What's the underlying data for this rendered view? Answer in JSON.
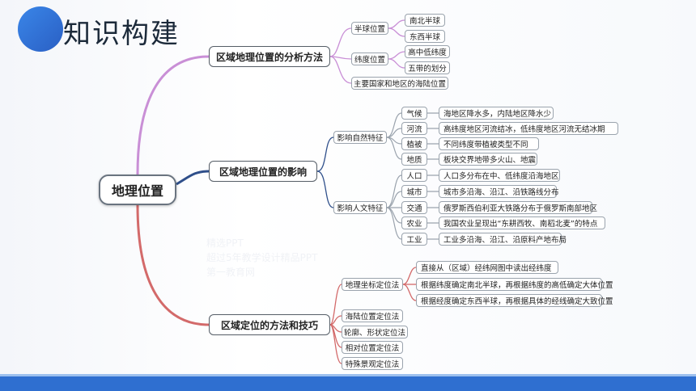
{
  "page": {
    "title": "知识构建"
  },
  "watermark": {
    "lines": [
      "精选PPT",
      "超过5年教学设计精品PPT",
      "第一教育网"
    ]
  },
  "colors": {
    "branch1": "#c98fd6",
    "branch2": "#2f4f8a",
    "branch3": "#d36a6a",
    "accent": "#2f6fd0",
    "grey": "#9aa3ad"
  },
  "mindmap": {
    "root": "地理位置",
    "branch1": {
      "label": "区域地理位置的分析方法",
      "items": [
        {
          "label": "半球位置",
          "children": [
            "南北半球",
            "东西半球"
          ]
        },
        {
          "label": "纬度位置",
          "children": [
            "高中低纬度",
            "五带的划分"
          ]
        },
        {
          "label": "主要国家和地区的海陆位置"
        }
      ]
    },
    "branch2": {
      "label": "区域地理位置的影响",
      "groups": [
        {
          "label": "影响自然特征",
          "items": [
            {
              "key": "气候",
              "value": "海地区降水多，内陆地区降水少"
            },
            {
              "key": "河流",
              "value": "高纬度地区河流结冰，低纬度地区河流无结冰期"
            },
            {
              "key": "植被",
              "value": "不同纬度带植被类型不同"
            },
            {
              "key": "地质",
              "value": "板块交界地带多火山、地震"
            }
          ]
        },
        {
          "label": "影响人文特征",
          "items": [
            {
              "key": "人口",
              "value": "人口多分布在中、低纬度沿海地区"
            },
            {
              "key": "城市",
              "value": "城市多沿海、沿江、沿铁路线分布"
            },
            {
              "key": "交通",
              "value": "俄罗斯西伯利亚大铁路分布于俄罗斯南部地区"
            },
            {
              "key": "农业",
              "value": "我国农业呈现出“东耕西牧、南稻北麦”的特点"
            },
            {
              "key": "工业",
              "value": "工业多沿海、沿江、沿原料产地布局"
            }
          ]
        }
      ]
    },
    "branch3": {
      "label": "区域定位的方法和技巧",
      "items": [
        {
          "label": "地理坐标定位法",
          "children": [
            "直接从（区域）经纬网图中读出经纬度",
            "根据纬度确定南北半球，再根据纬度的高低确定大体位置",
            "根据经度确定东西半球，再根据具体的经线确定大致位置"
          ]
        },
        {
          "label": "海陆位置定位法"
        },
        {
          "label": "轮廓、形状定位法"
        },
        {
          "label": "相对位置定位法"
        },
        {
          "label": "特殊景观定位法"
        }
      ]
    }
  }
}
